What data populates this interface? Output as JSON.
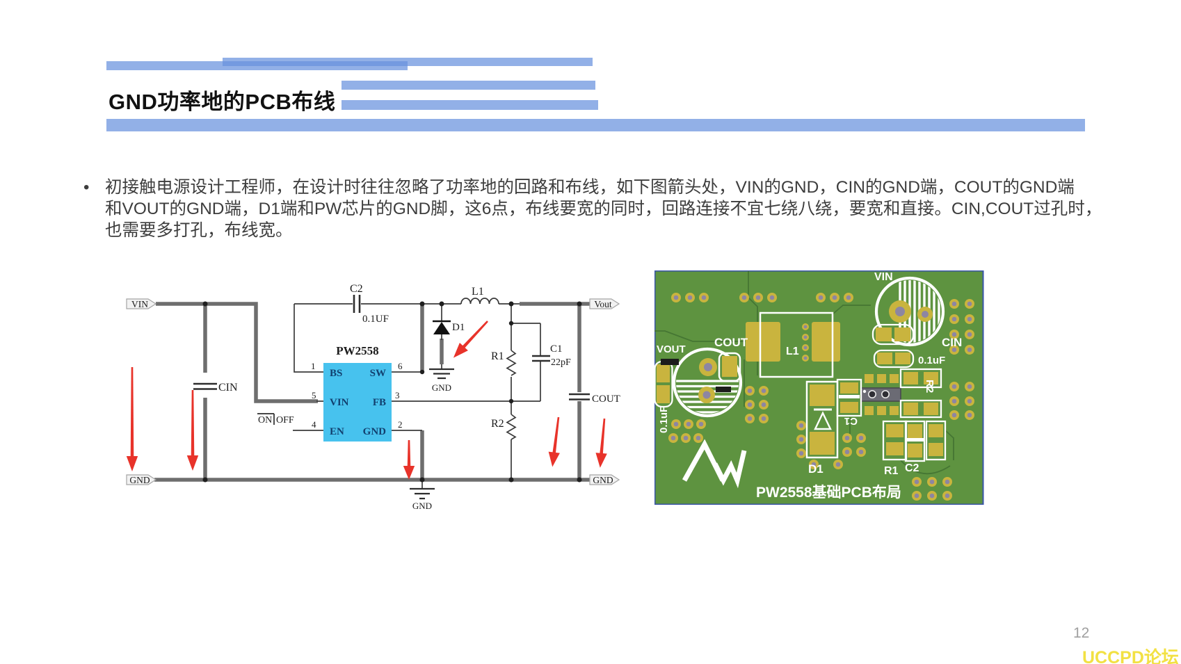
{
  "header": {
    "title": "GND功率地的PCB布线"
  },
  "body": {
    "bullet": "•",
    "lines": [
      "初接触电源设计工程师，在设计时往往忽略了功率地的回路和布线，如下图箭头处，VIN的GND，CIN的GND端，COUT的GND端",
      "和VOUT的GND端，D1端和PW芯片的GND脚，这6点，布线要宽的同时，回路连接不宜七绕八绕，要宽和直接。CIN,COUT过孔时，",
      "也需要多打孔，布线宽。"
    ]
  },
  "schematic": {
    "net_labels": {
      "vin": "VIN",
      "gnd_left": "GND",
      "vout": "Vout",
      "gnd_right": "GND"
    },
    "gnd_symbols": {
      "d1": "GND",
      "center": "GND"
    },
    "chip": {
      "name": "PW2558",
      "pins_left": [
        {
          "num": "1",
          "label": "BS"
        },
        {
          "num": "5",
          "label": "VIN"
        },
        {
          "num": "4",
          "label": "EN"
        }
      ],
      "pins_right": [
        {
          "num": "6",
          "label": "SW"
        },
        {
          "num": "3",
          "label": "FB"
        },
        {
          "num": "2",
          "label": "GND"
        }
      ]
    },
    "components": {
      "c2": "C2",
      "c2_value": "0.1UF",
      "l1": "L1",
      "d1": "D1",
      "cin": "CIN",
      "c1": "C1",
      "c1_value": "22pF",
      "r1": "R1",
      "r2": "R2",
      "cout": "COUT",
      "switch_on": "ON",
      "switch_off": "OFF"
    }
  },
  "pcb": {
    "labels": {
      "vin": "VIN",
      "cin": "CIN",
      "cin_cap_value": "0.1uF",
      "vout": "VOUT",
      "cout": "COUT",
      "l1": "L1",
      "side_cap_value": "0.1uF",
      "d1": "D1",
      "c1": "C1",
      "r1": "R1",
      "c2": "C2",
      "r2": "R2"
    },
    "caption": "PW2558基础PCB布局",
    "colors": {
      "board_green": "#5e9340",
      "pad_yellow": "#c9b43e",
      "via_hole": "#8d86a2",
      "silkscreen": "#ffffff",
      "border_blue": "#3a55a8"
    }
  },
  "footer": {
    "page_number": "12",
    "watermark": "UCCPD论坛"
  },
  "colors": {
    "bar_blue": "#6892de",
    "title_text": "#111111",
    "body_text": "#3d3d3d",
    "chip_fill": "#47c2ee",
    "arrow_red": "#e8332a",
    "wire_thick": "#6e6e6e",
    "wire_thin": "#3b3b3b"
  }
}
